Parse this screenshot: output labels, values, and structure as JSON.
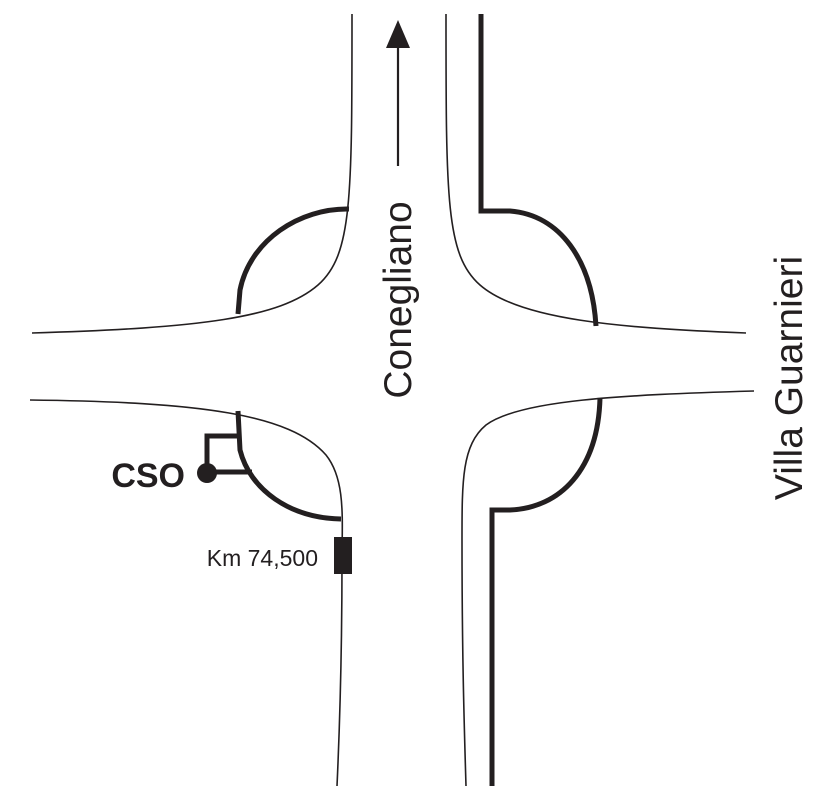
{
  "labels": {
    "north_direction": "Conegliano",
    "east_direction": "Villa Guarnieri",
    "station": "CSO",
    "kilometer_marker": "Km 74,500"
  },
  "colors": {
    "ink": "#231f20",
    "background": "#ffffff"
  }
}
